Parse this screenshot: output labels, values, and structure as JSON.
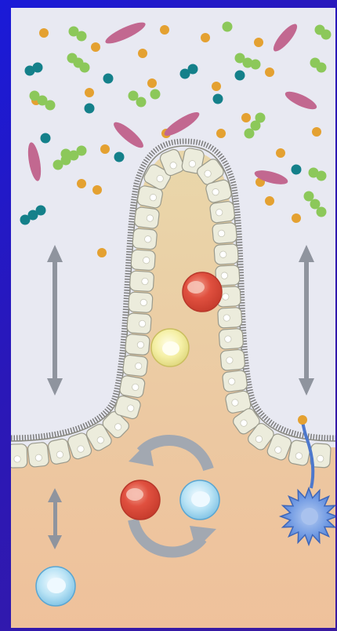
{
  "figure": {
    "description_visible_text": "",
    "colors": {
      "lumen": "#e8e9f2",
      "villus_core": "#e7cf9f",
      "submucosa": "#efc29a",
      "epithelial_cell": "#ececdc",
      "cell_outline": "#9a9a8c",
      "microvilli": "#7d7d7d",
      "arrow": "#8f949e",
      "cycle_arrow": "#a2a8b1",
      "red_cell": "#e0503f",
      "yellow_cell": "#f5f0a6",
      "blue_cell": "#a9daf0",
      "dendritic_cell": "#5f8de0",
      "teal_bacteria": "#14808a",
      "green_bacteria": "#8cc85a",
      "orange_particle": "#e4a131",
      "pink_bacteria": "#c26890"
    },
    "icons": [
      "villus",
      "epithelial-cell",
      "red-immune-cell",
      "yellow-immune-cell",
      "blue-immune-cell",
      "dendritic-cell",
      "bacteria",
      "double-headed-arrow",
      "cycle-arrow"
    ]
  }
}
